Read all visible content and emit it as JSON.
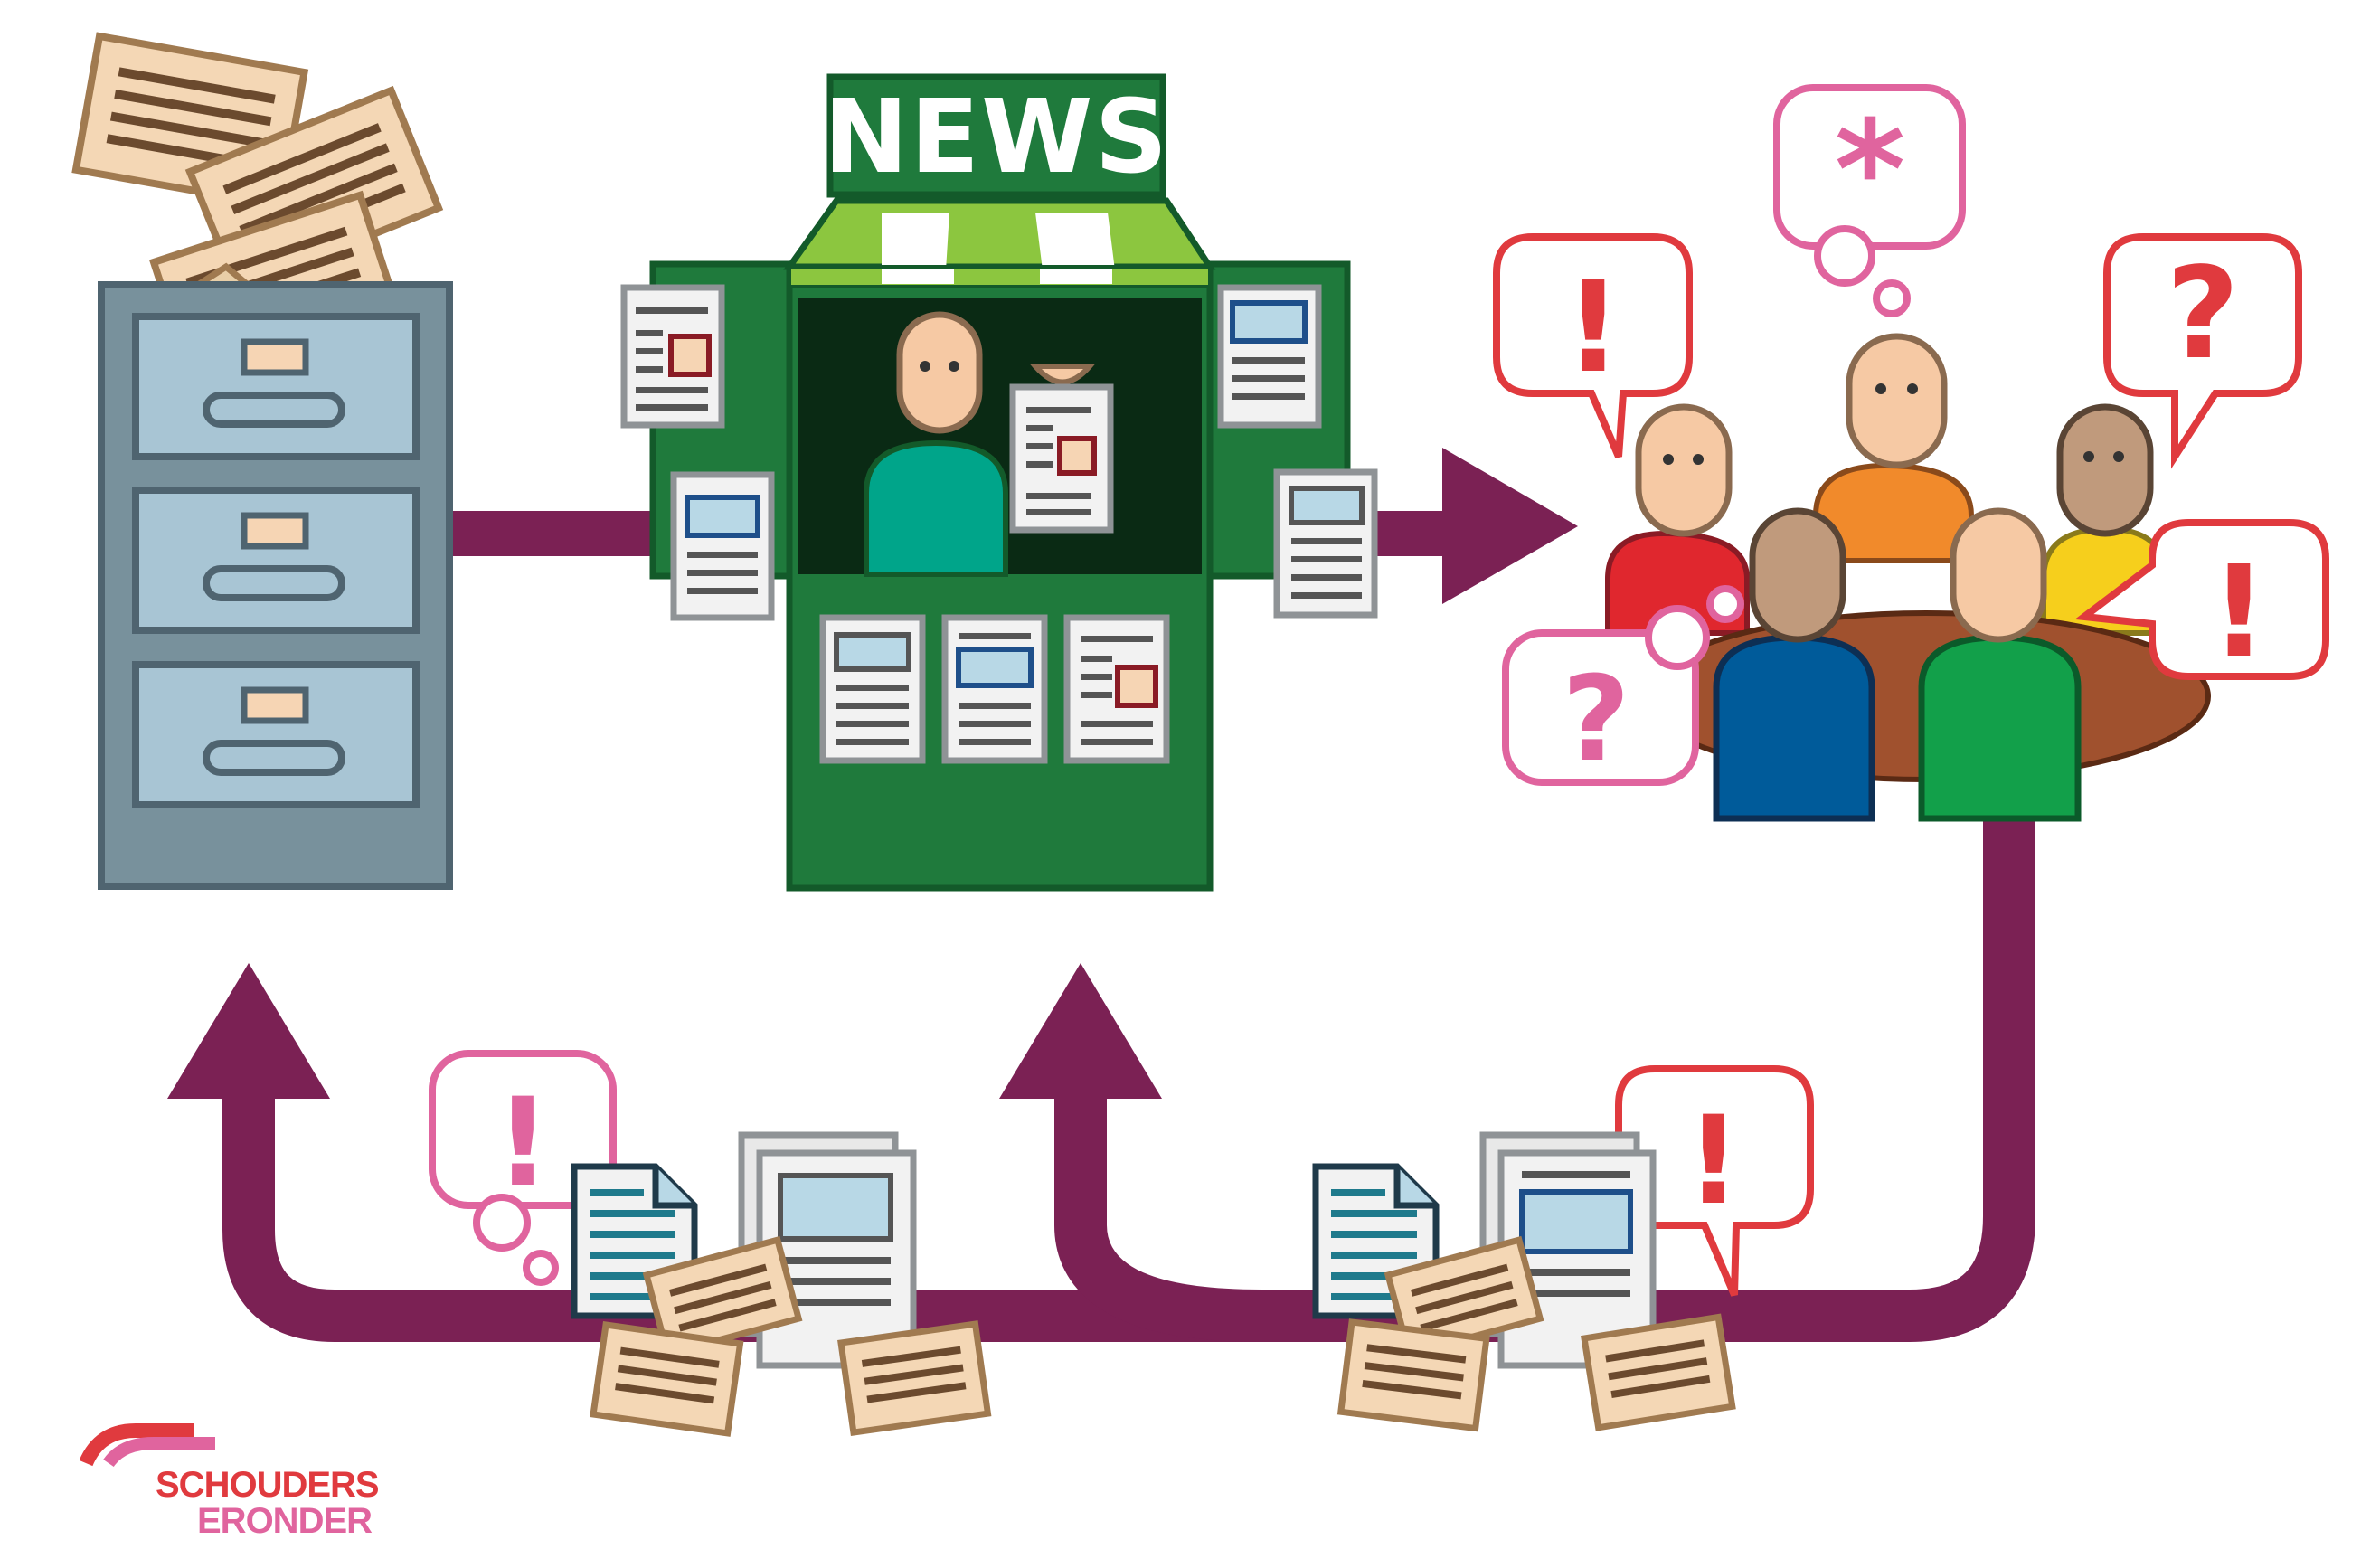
{
  "kiosk": {
    "sign": "NEWS"
  },
  "bubbles": {
    "star": "*",
    "exclaim": "!",
    "question": "?"
  },
  "logo": {
    "line1": "SCHOUDERS",
    "line2": "ERONDER"
  },
  "colors": {
    "arrow": "#7b2154",
    "kiosk_dark": "#1f7a3c",
    "kiosk_light": "#8cc63f",
    "cabinet": "#8fa3ad",
    "drawer": "#a9c4d3",
    "paper": "#e8c9a0",
    "red_bubble": "#e03a3e",
    "pink_bubble": "#e0649e"
  }
}
